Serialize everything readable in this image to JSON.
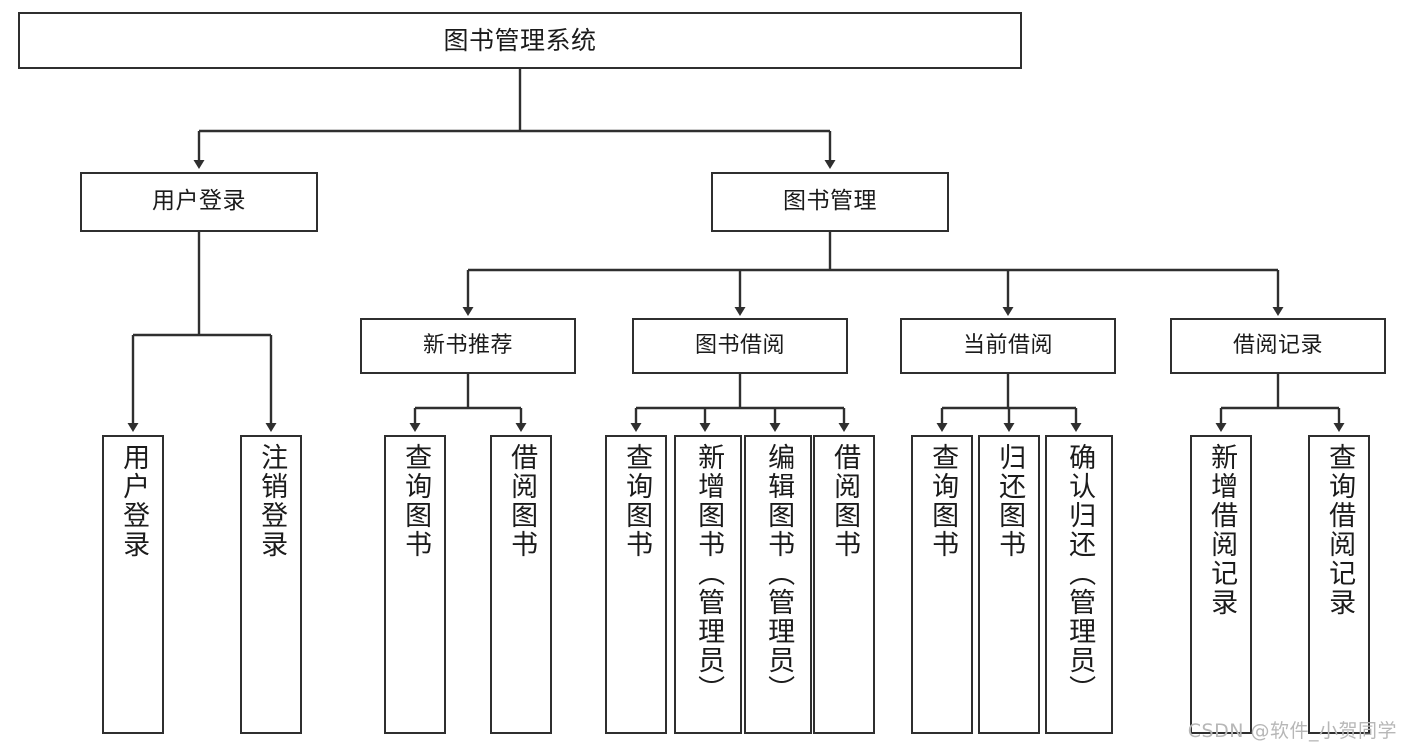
{
  "diagram": {
    "title": "图书管理系统",
    "watermark": "CSDN @软件_小贺同学",
    "stroke_color": "#2f2f2f",
    "background_color": "#ffffff",
    "text_color": "#1b1b1b",
    "watermark_color": "#b7b7b7"
  },
  "nodes": {
    "root": {
      "label": "图书管理系统"
    },
    "level2": [
      {
        "label": "用户登录"
      },
      {
        "label": "图书管理"
      }
    ],
    "level3": [
      {
        "label": "新书推荐"
      },
      {
        "label": "图书借阅"
      },
      {
        "label": "当前借阅"
      },
      {
        "label": "借阅记录"
      }
    ],
    "leaves": {
      "user_login": [
        {
          "label": "用户登录"
        },
        {
          "label": "注销登录"
        }
      ],
      "new_book_recommend": [
        {
          "label": "查询图书"
        },
        {
          "label": "借阅图书"
        }
      ],
      "book_borrow": [
        {
          "label": "查询图书"
        },
        {
          "label": "新增图书（管理员）"
        },
        {
          "label": "编辑图书（管理员）"
        },
        {
          "label": "借阅图书"
        }
      ],
      "current_borrow": [
        {
          "label": "查询图书"
        },
        {
          "label": "归还图书"
        },
        {
          "label": "确认归还（管理员）"
        }
      ],
      "borrow_record": [
        {
          "label": "新增借阅记录"
        },
        {
          "label": "查询借阅记录"
        }
      ]
    }
  }
}
